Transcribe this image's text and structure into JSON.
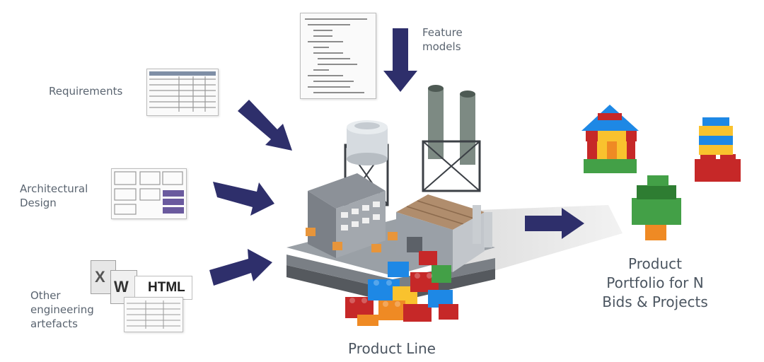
{
  "inputs": {
    "requirements": "Requirements",
    "architectural_design": [
      "Architectural",
      "Design"
    ],
    "other_artefacts": [
      "Other",
      "engineering",
      "artefacts"
    ],
    "feature_models": [
      "Feature",
      "models"
    ]
  },
  "doc_icons": {
    "word_letter": "W",
    "excel_letter": "X",
    "html_text": "HTML"
  },
  "center": {
    "product_line": "Product Line"
  },
  "output": {
    "portfolio": [
      "Product",
      "Portfolio for N",
      "Bids & Projects"
    ]
  },
  "colors": {
    "arrow": "#2e2f6b",
    "text": "#5a6470",
    "lego_red": "#c62828",
    "lego_blue": "#1e88e5",
    "lego_yellow": "#f9c22e",
    "lego_green": "#43a047",
    "lego_orange": "#ef8a24"
  }
}
